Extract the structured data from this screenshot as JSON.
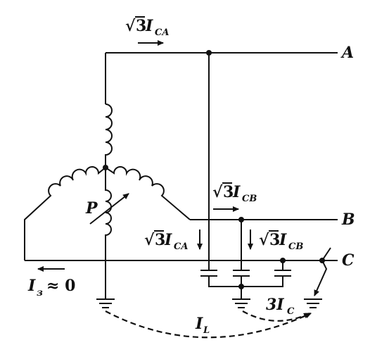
{
  "labels": {
    "phase_a": "A",
    "phase_b": "B",
    "phase_c": "C",
    "reactor": "P",
    "sqrt_symbol": "√",
    "sqrt3": "3",
    "I": "I",
    "sub_ca": "CA",
    "sub_cb": "CB",
    "neutral_current": "I",
    "neutral_sub": "з",
    "approx_zero": "≈ 0",
    "three_ic_coef": "3I",
    "sub_c": "C",
    "il": "I",
    "sub_l": "L"
  }
}
